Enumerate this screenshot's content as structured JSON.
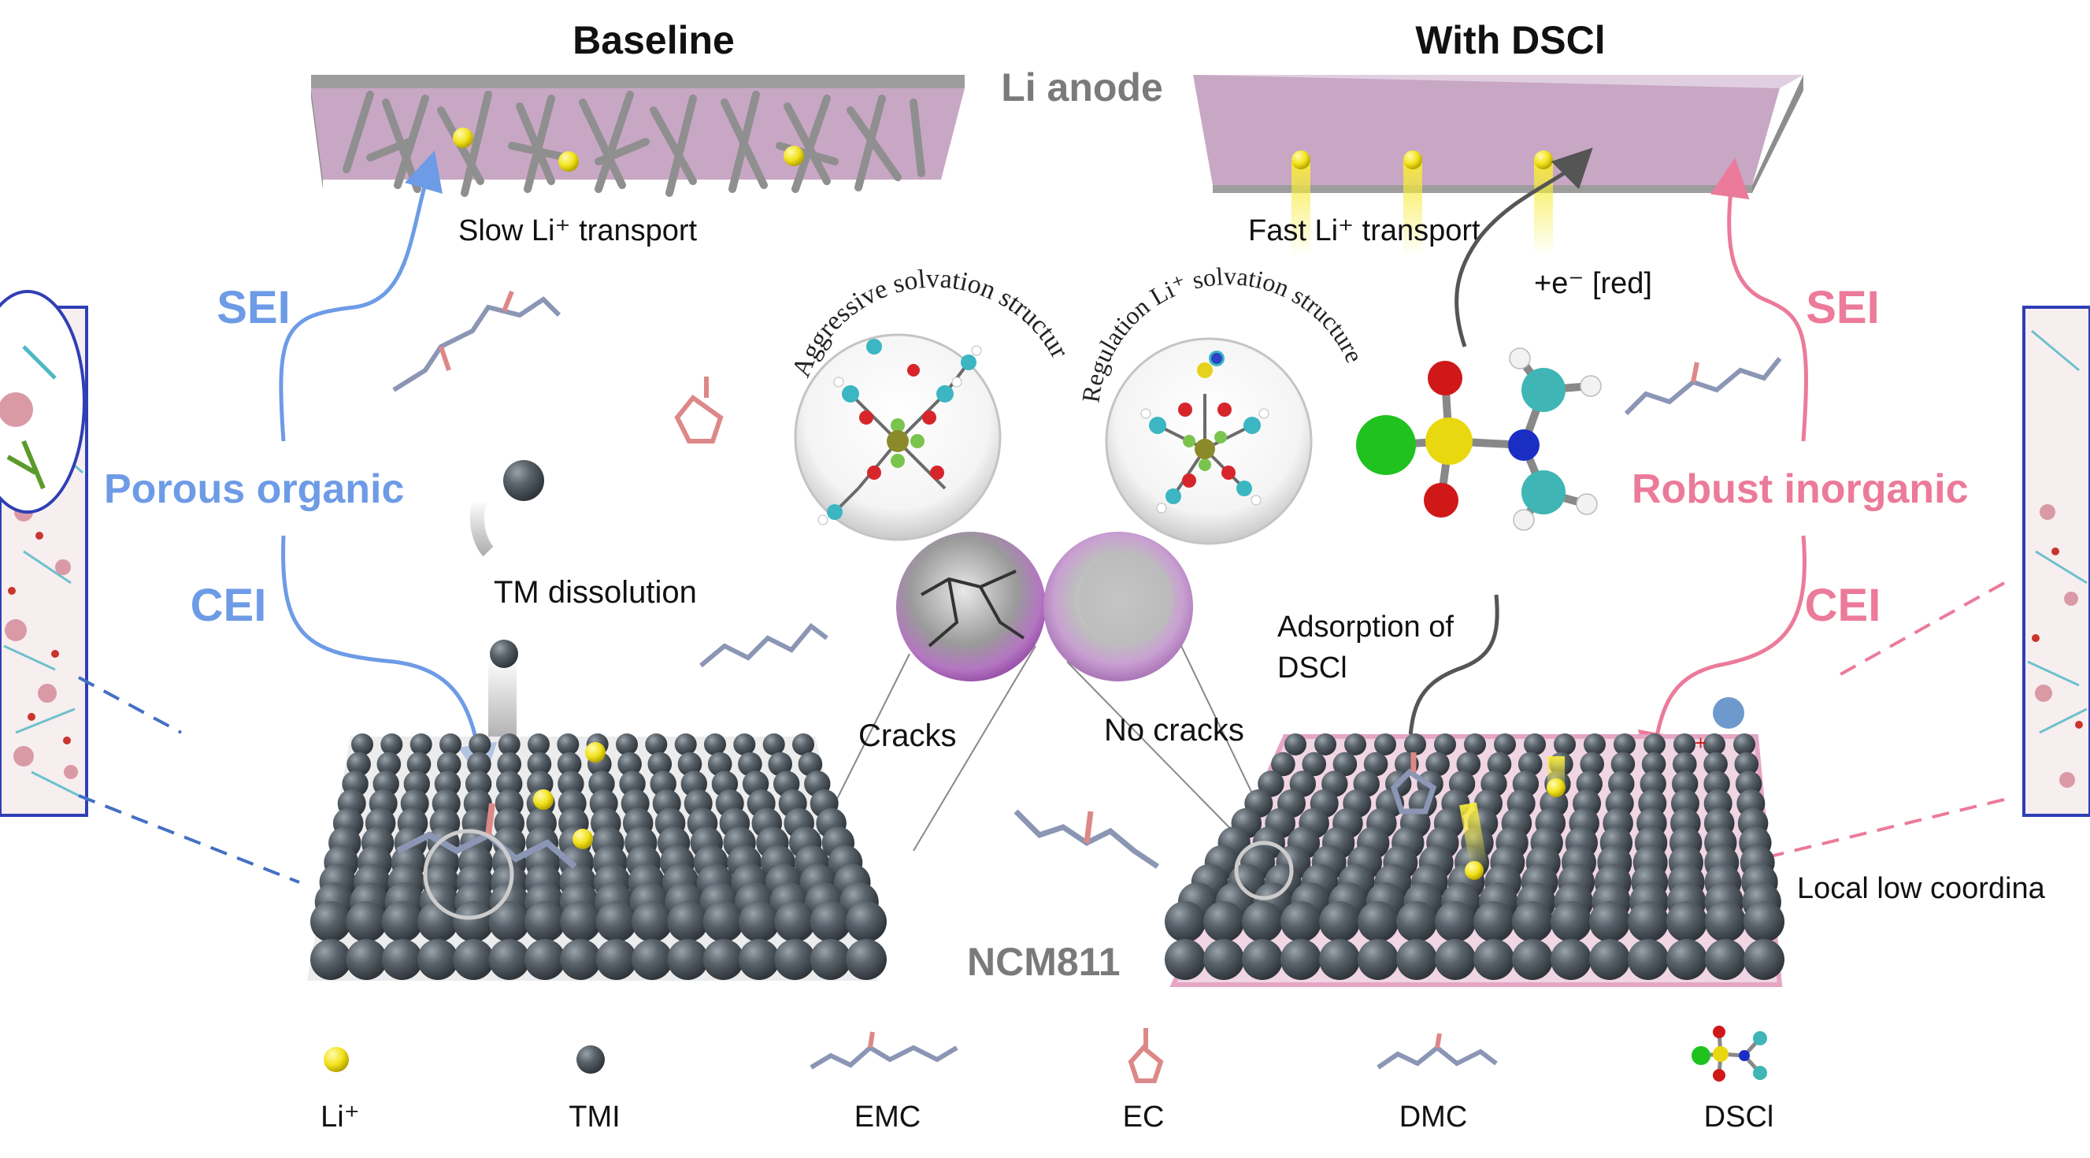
{
  "headers": {
    "baseline": "Baseline",
    "with_dscl": "With DSCl"
  },
  "anode_label": "Li anode",
  "cathode_label": "NCM811",
  "transport": {
    "slow": "Slow Li⁺ transport",
    "fast": "Fast Li⁺ transport",
    "electron": "+e⁻ [red]"
  },
  "interphase": {
    "sei_left": "SEI",
    "cei_left": "CEI",
    "porous": "Porous organic",
    "sei_right": "SEI",
    "cei_right": "CEI",
    "robust": "Robust inorganic"
  },
  "solvation": {
    "aggressive": "Aggressive solvation structure",
    "regulation": "Regulation Li⁺ solvation structure"
  },
  "processes": {
    "tm_dissolution": "TM dissolution",
    "adsorption_line1": "Adsorption of",
    "adsorption_line2": "DSCl",
    "cracks": "Cracks",
    "no_cracks": "No cracks",
    "local_low": "Local low coordina",
    "plus_sign": "+"
  },
  "legend": [
    {
      "label": "Li⁺",
      "icon": "li-ion-icon"
    },
    {
      "label": "TMI",
      "icon": "tmi-icon"
    },
    {
      "label": "EMC",
      "icon": "emc-molecule-icon"
    },
    {
      "label": "EC",
      "icon": "ec-molecule-icon"
    },
    {
      "label": "DMC",
      "icon": "dmc-molecule-icon"
    },
    {
      "label": "DSCl",
      "icon": "dscl-molecule-icon"
    }
  ],
  "colors": {
    "sei_blue": "#6d9be6",
    "cei_pink": "#ec7a9a",
    "anode_purple": "#c8a7c4",
    "sphere_grey": "#4a535b",
    "li_yellow": "#f2e21c",
    "text_grey": "#7a7a7a"
  }
}
